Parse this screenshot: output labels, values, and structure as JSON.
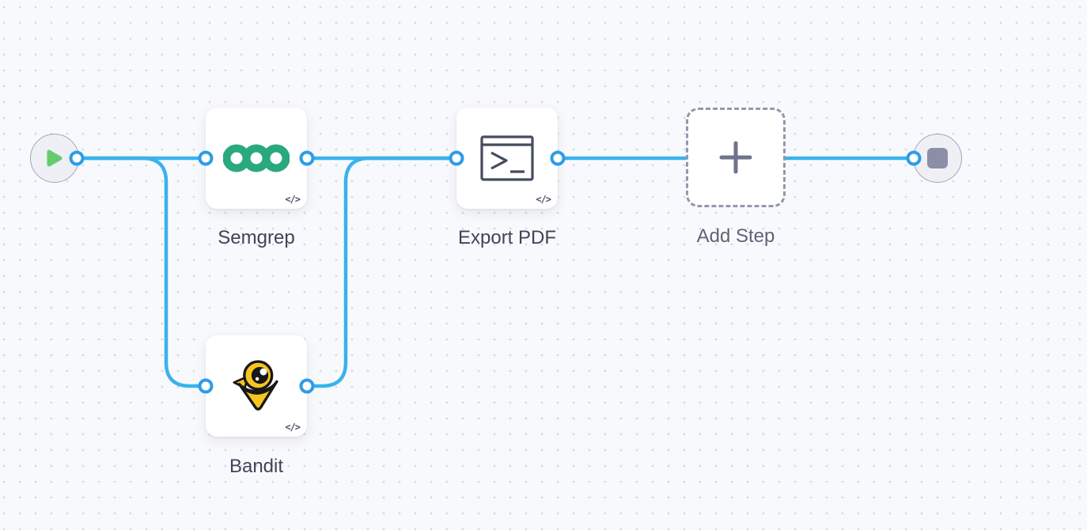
{
  "canvas": {
    "background": "#f8f9fc",
    "grid_dot_color": "#d5d8e0",
    "edge_color": "#3ab2ee",
    "port_color": "#2d9ce8"
  },
  "nodes": {
    "start": {
      "icon": "play-icon",
      "play_color": "#68ca6e"
    },
    "end": {
      "icon": "stop-icon",
      "stop_color": "#8b8ea6"
    },
    "semgrep": {
      "label": "Semgrep",
      "icon": "semgrep-rings-logo",
      "logo_color": "#2aa87e",
      "badge": "</>"
    },
    "bandit": {
      "label": "Bandit",
      "icon": "bandit-bird-logo",
      "logo_color": "#f6c51f",
      "badge": "</>"
    },
    "export_pdf": {
      "label": "Export PDF",
      "icon": "terminal-icon",
      "icon_color": "#454c60",
      "badge": "</>"
    },
    "add_step": {
      "label": "Add Step",
      "icon": "plus-icon",
      "border_style": "dashed"
    }
  },
  "edges": [
    {
      "from": "start",
      "to": "semgrep"
    },
    {
      "from": "start",
      "to": "bandit"
    },
    {
      "from": "semgrep",
      "to": "export_pdf"
    },
    {
      "from": "bandit",
      "to": "export_pdf"
    },
    {
      "from": "export_pdf",
      "to": "end"
    }
  ]
}
